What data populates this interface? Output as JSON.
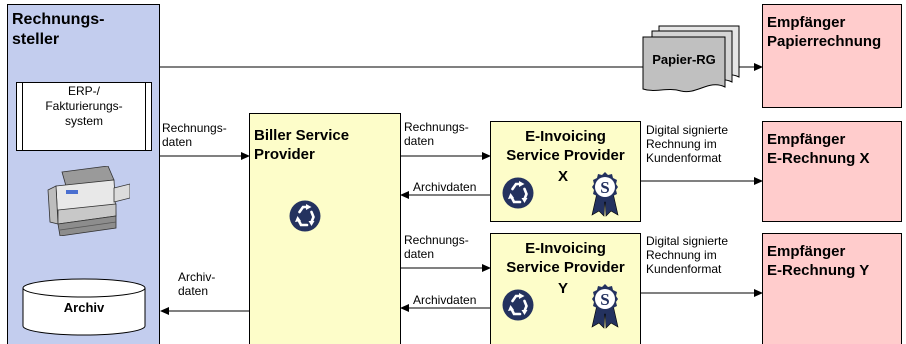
{
  "colors": {
    "sender_fill": "#c3cdee",
    "provider_fill": "#fdfdc9",
    "receiver_fill": "#ffcccc",
    "border": "#000000",
    "recycle_icon": "#24325f"
  },
  "sender": {
    "title": "Rechnungs-\nsteller",
    "erp_label": "ERP-/\nFakturierungs-\nsystem",
    "archive_label": "Archiv",
    "printer_icon": "printer-icon",
    "archive_icon": "database-cylinder-icon"
  },
  "biller": {
    "title": "Biller Service\nProvider",
    "icon": "recycle-icon"
  },
  "einvoicing_x": {
    "title": "E-Invoicing\nService Provider",
    "id": "X",
    "icons": [
      "recycle-icon",
      "seal-ribbon-icon"
    ]
  },
  "einvoicing_y": {
    "title": "E-Invoicing\nService Provider",
    "id": "Y",
    "icons": [
      "recycle-icon",
      "seal-ribbon-icon"
    ]
  },
  "receivers": {
    "paper": "Empfänger\nPapierrechnung",
    "x": "Empfänger\nE-Rechnung X",
    "y": "Empfänger\nE-Rechnung Y"
  },
  "paper_doc": {
    "label": "Papier-RG",
    "icon": "paper-stack-icon"
  },
  "flows": {
    "sender_to_biller": "Rechnungs-\ndaten",
    "biller_to_x": "Rechnungs-\ndaten",
    "x_to_biller": "Archivdaten",
    "biller_to_y": "Rechnungs-\ndaten",
    "y_to_biller": "Archivdaten",
    "biller_to_sender": "Archiv-\ndaten",
    "x_to_receiver": "Digital signierte\nRechnung im\nKundenformat",
    "y_to_receiver": "Digital signierte\nRechnung im\nKundenformat"
  }
}
